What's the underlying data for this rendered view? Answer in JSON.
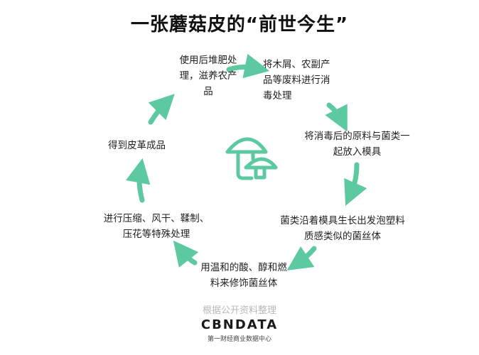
{
  "title": "一张蘑菇皮的“前世今生”",
  "steps": [
    {
      "lines": [
        "使用后堆肥处",
        "理，滋养农产",
        "品"
      ]
    },
    {
      "lines": [
        "将木屑、农副产",
        "品等废料进行消",
        "毒处理"
      ]
    },
    {
      "lines": [
        "将消毒后的原料与菌类一",
        "起放入模具"
      ]
    },
    {
      "lines": [
        "菌类沿着模具生长出发泡塑料",
        "质感类似的菌丝体"
      ]
    },
    {
      "lines": [
        "用温和的酸、醇和燃",
        "料来修饰菌丝体"
      ]
    },
    {
      "lines": [
        "进行压缩、风干、鞣制、",
        "压花等特殊处理"
      ]
    },
    {
      "lines": [
        "得到皮革成品"
      ]
    }
  ],
  "center_icon": "mushroom-icon",
  "source_note": "根据公开资料整理",
  "brand": {
    "name": "CBNDATA",
    "tagline": "第一财经商业数据中心"
  },
  "colors": {
    "accent": "#5cc9a0",
    "text": "#222222"
  }
}
